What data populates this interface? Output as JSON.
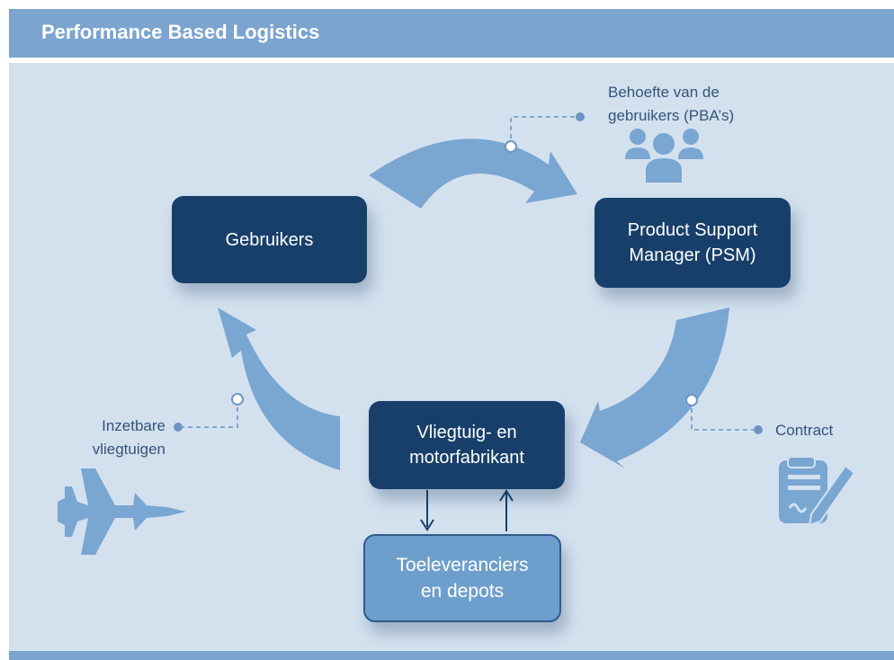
{
  "header": {
    "title": "Performance Based Logistics"
  },
  "nodes": {
    "gebruikers": "Gebruikers",
    "psm_line1": "Product Support",
    "psm_line2": "Manager (PSM)",
    "fabrikant_line1": "Vliegtuig- en",
    "fabrikant_line2": "motorfabrikant",
    "toeleveranciers_line1": "Toeleveranciers",
    "toeleveranciers_line2": "en depots"
  },
  "annotations": {
    "behoefte_line1": "Behoefte van de",
    "behoefte_line2": "gebruikers (PBA’s)",
    "contract": "Contract",
    "inzetbare_line1": "Inzetbare",
    "inzetbare_line2": "vliegtuigen"
  },
  "icons": [
    "people-icon",
    "contract-icon",
    "fighter-jet-icon"
  ],
  "colors": {
    "header": "#7ba4cf",
    "panel": "#d3e1ef",
    "arrow": "#7aa6d2",
    "dark_box": "#173f6a",
    "light_box": "#6e9fcc",
    "icon": "#7aa6d2",
    "connector": "#6e95c2",
    "label": "#34537a"
  }
}
